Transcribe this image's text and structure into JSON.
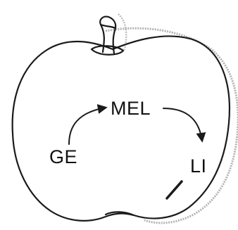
{
  "labels": {
    "start": "GE",
    "middle": "MEL",
    "end": "LI"
  },
  "colors": {
    "ink": "#1a1a1a",
    "shadow": "#9a9a9a",
    "background": "#ffffff"
  }
}
